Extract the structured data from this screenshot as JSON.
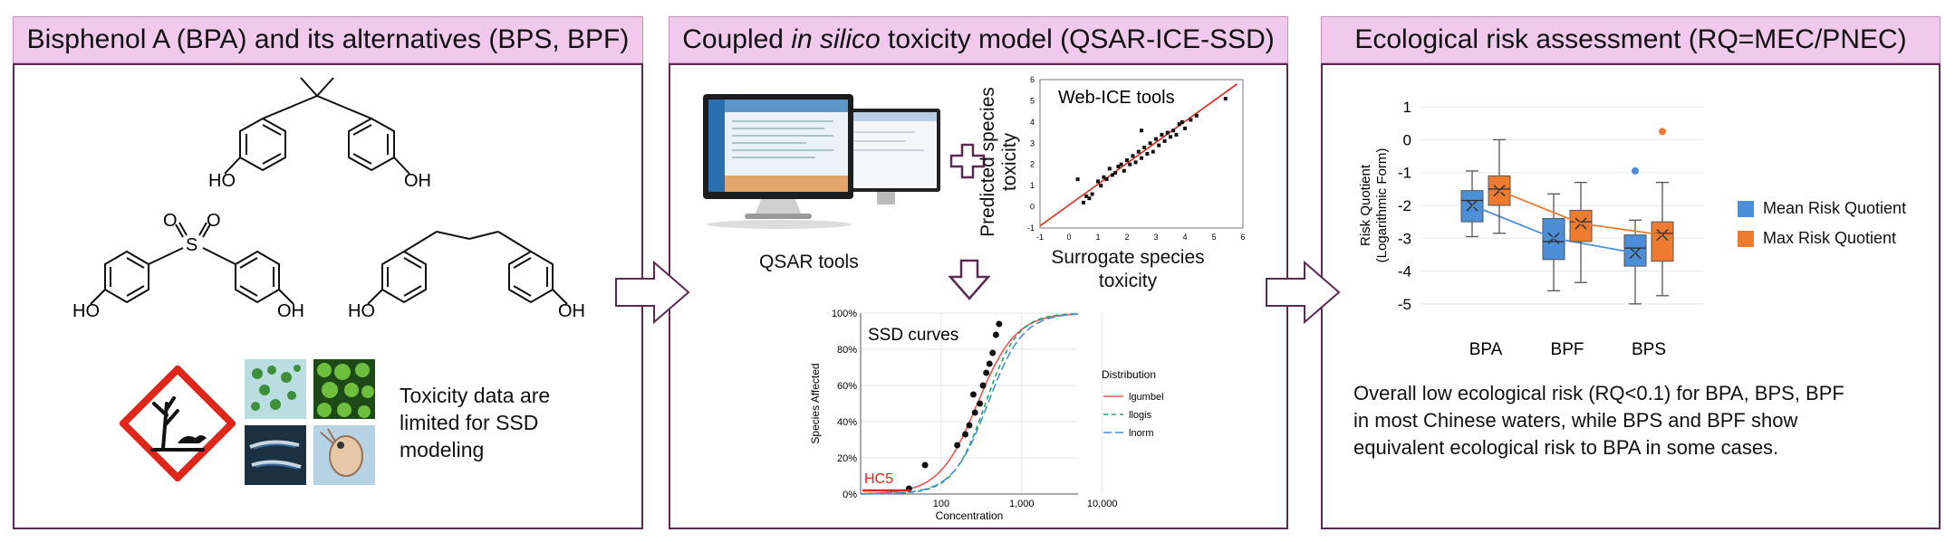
{
  "panels": [
    {
      "title": "Bisphenol A (BPA) and its alternatives (BPS, BPF)"
    },
    {
      "title_pre": "Coupled ",
      "title_italic": "in silico",
      "title_post": " toxicity model (QSAR-ICE-SSD)"
    },
    {
      "title": "Ecological risk assessment (RQ=MEC/PNEC)"
    }
  ],
  "molecules": {
    "oh": "OH",
    "ho": "HO",
    "s": "S",
    "o": "O"
  },
  "toxicity_text": [
    "Toxicity data are",
    "limited for SSD",
    "modeling"
  ],
  "qsar_label": "QSAR tools",
  "webice": {
    "title": "Web-ICE tools",
    "ylabel": [
      "Predicted species",
      "toxicity"
    ],
    "xlabel": [
      "Surrogate species",
      "toxicity"
    ],
    "xticks": [
      "-1",
      "0",
      "1",
      "2",
      "3",
      "4",
      "5",
      "6"
    ],
    "yticks": [
      "-1",
      "0",
      "1",
      "2",
      "3",
      "4",
      "5",
      "6"
    ],
    "xlim": [
      -1,
      6
    ],
    "ylim": [
      -1,
      6
    ],
    "points": [
      [
        0.5,
        0.2
      ],
      [
        0.6,
        0.5
      ],
      [
        0.7,
        0.4
      ],
      [
        0.8,
        0.6
      ],
      [
        1.0,
        1.2
      ],
      [
        1.1,
        1.0
      ],
      [
        1.2,
        1.4
      ],
      [
        1.3,
        1.3
      ],
      [
        1.4,
        1.8
      ],
      [
        1.5,
        1.5
      ],
      [
        1.6,
        1.6
      ],
      [
        1.7,
        1.9
      ],
      [
        1.8,
        2.0
      ],
      [
        1.9,
        1.7
      ],
      [
        2.0,
        2.2
      ],
      [
        2.1,
        2.0
      ],
      [
        2.2,
        2.4
      ],
      [
        2.3,
        2.1
      ],
      [
        2.4,
        2.6
      ],
      [
        2.5,
        2.3
      ],
      [
        2.6,
        2.8
      ],
      [
        2.7,
        2.5
      ],
      [
        2.8,
        3.0
      ],
      [
        2.9,
        2.6
      ],
      [
        3.0,
        3.2
      ],
      [
        3.1,
        2.9
      ],
      [
        3.2,
        3.4
      ],
      [
        3.3,
        3.1
      ],
      [
        3.4,
        3.5
      ],
      [
        3.5,
        3.3
      ],
      [
        3.6,
        3.6
      ],
      [
        3.7,
        3.4
      ],
      [
        3.8,
        3.9
      ],
      [
        4.0,
        3.7
      ],
      [
        4.2,
        4.1
      ],
      [
        4.4,
        4.3
      ],
      [
        0.3,
        1.3
      ],
      [
        5.4,
        5.1
      ],
      [
        2.5,
        3.6
      ],
      [
        3.9,
        4.0
      ]
    ],
    "fit": [
      [
        -1,
        -0.9
      ],
      [
        5.8,
        5.8
      ]
    ]
  },
  "ssd": {
    "title": "SSD curves",
    "xlabel": "Concentration",
    "ylabel": "Species Affected",
    "yticks": [
      "0%",
      "20%",
      "40%",
      "60%",
      "80%",
      "100%"
    ],
    "xticks": [
      "100",
      "1,000",
      "10,000"
    ],
    "hc5": "HC5",
    "legend_title": "Distribution",
    "legend": [
      {
        "name": "lgumbel",
        "color": "#ef5350",
        "dash": ""
      },
      {
        "name": "llogis",
        "color": "#22a36a",
        "dash": "5,4"
      },
      {
        "name": "lnorm",
        "color": "#4a90d9",
        "dash": "9,4"
      }
    ],
    "points": [
      [
        1.6,
        0.03
      ],
      [
        1.8,
        0.16
      ],
      [
        2.2,
        0.27
      ],
      [
        2.3,
        0.33
      ],
      [
        2.35,
        0.38
      ],
      [
        2.42,
        0.45
      ],
      [
        2.48,
        0.5
      ],
      [
        2.52,
        0.6
      ],
      [
        2.56,
        0.67
      ],
      [
        2.6,
        0.72
      ],
      [
        2.64,
        0.78
      ],
      [
        2.68,
        0.88
      ],
      [
        2.72,
        0.94
      ],
      [
        2.4,
        0.55
      ]
    ]
  },
  "boxplot": {
    "ylabel": [
      "Risk Quotient",
      "(Logarithmic Form)"
    ],
    "yticks": [
      "1",
      "0",
      "-1",
      "-2",
      "-3",
      "-4",
      "-5"
    ],
    "ylim": [
      -5.5,
      1.5
    ],
    "categories": [
      "BPA",
      "BPF",
      "BPS"
    ],
    "series": [
      {
        "name": "Mean Risk Quotient",
        "color": "#4d8fd6",
        "boxes": [
          {
            "min": -2.95,
            "q1": -2.5,
            "median": -1.85,
            "q3": -1.55,
            "max": -0.95,
            "mean": -2.0
          },
          {
            "min": -4.6,
            "q1": -3.65,
            "median": -3.1,
            "q3": -2.4,
            "max": -1.65,
            "mean": -3.0
          },
          {
            "min": -5.0,
            "q1": -3.85,
            "median": -3.3,
            "q3": -2.9,
            "max": -2.45,
            "mean": -3.45,
            "outlier": -0.95
          }
        ]
      },
      {
        "name": "Max Risk Quotient",
        "color": "#ee7b30",
        "boxes": [
          {
            "min": -2.85,
            "q1": -2.0,
            "median": -1.5,
            "q3": -1.1,
            "max": 0.0,
            "mean": -1.55
          },
          {
            "min": -4.35,
            "q1": -3.1,
            "median": -2.5,
            "q3": -2.15,
            "max": -1.3,
            "mean": -2.55
          },
          {
            "min": -4.75,
            "q1": -3.7,
            "median": -2.85,
            "q3": -2.5,
            "max": -1.3,
            "mean": -2.9,
            "outlier": 0.25
          }
        ]
      }
    ]
  },
  "conclusion": [
    "Overall low ecological risk (RQ<0.1) for BPA, BPS, BPF",
    "in most Chinese waters, while BPS and BPF show",
    "equivalent ecological risk to BPA in some cases."
  ],
  "colors": {
    "header_bg": "#f0c9ec",
    "panel_border": "#5a2a52",
    "blue": "#4d8fd6",
    "orange": "#ee7b30"
  }
}
